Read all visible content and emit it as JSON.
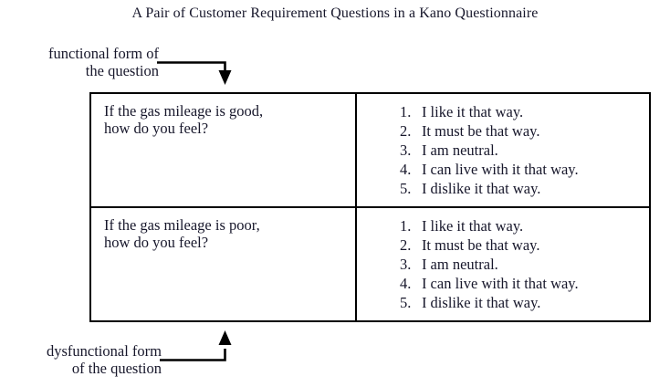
{
  "figure": {
    "title": "A Pair of Customer Requirement Questions in a Kano Questionnaire",
    "ink_color": "#17172b",
    "background_color": "#ffffff",
    "border_color": "#000000"
  },
  "annotations": {
    "functional": {
      "label": "functional form of\nthe question",
      "arrow": "down-arrow-icon"
    },
    "dysfunctional": {
      "label": "dysfunctional form\nof the question",
      "arrow": "up-arrow-icon"
    }
  },
  "table": {
    "rows": [
      {
        "question": "If the gas mileage is good,\nhow do you feel?",
        "answers": [
          {
            "num": "1.",
            "text": "I like it that way."
          },
          {
            "num": "2.",
            "text": "It must be that way."
          },
          {
            "num": "3.",
            "text": "I am neutral."
          },
          {
            "num": "4.",
            "text": "I can live with it that way."
          },
          {
            "num": "5.",
            "text": "I dislike it that way."
          }
        ]
      },
      {
        "question": "If the gas mileage is poor,\nhow do you feel?",
        "answers": [
          {
            "num": "1.",
            "text": "I like it that way."
          },
          {
            "num": "2.",
            "text": "It must be that way."
          },
          {
            "num": "3.",
            "text": "I am neutral."
          },
          {
            "num": "4.",
            "text": "I can live with it that way."
          },
          {
            "num": "5.",
            "text": "I dislike it that way."
          }
        ]
      }
    ]
  }
}
